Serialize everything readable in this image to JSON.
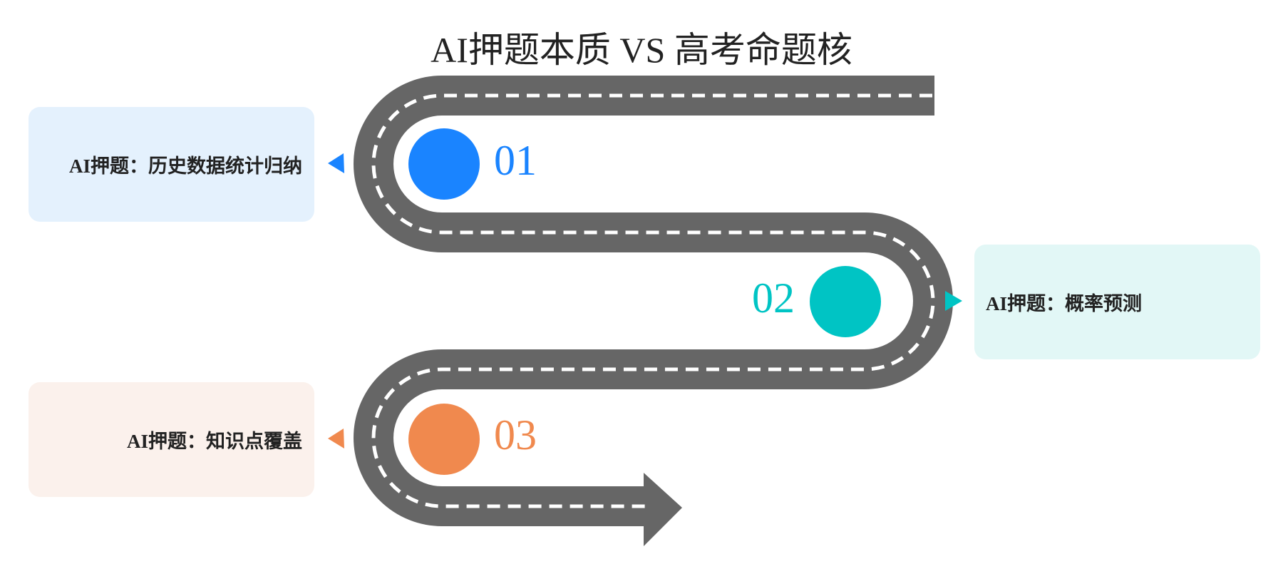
{
  "title": "AI押题本质 VS 高考命题核",
  "colors": {
    "road": "#666666",
    "lane_marking": "#ffffff",
    "title_text": "#222222",
    "label_text": "#222222"
  },
  "steps": [
    {
      "number": "01",
      "label": "AI押题：历史数据统计归纳",
      "color": "#1a84ff",
      "card_bg": "#e4f1fd",
      "side": "left"
    },
    {
      "number": "02",
      "label": "AI押题：概率预测",
      "color": "#00c4c4",
      "card_bg": "#e2f7f6",
      "side": "right"
    },
    {
      "number": "03",
      "label": "AI押题：知识点覆盖",
      "color": "#f0894e",
      "card_bg": "#fbf1ec",
      "side": "left"
    }
  ]
}
